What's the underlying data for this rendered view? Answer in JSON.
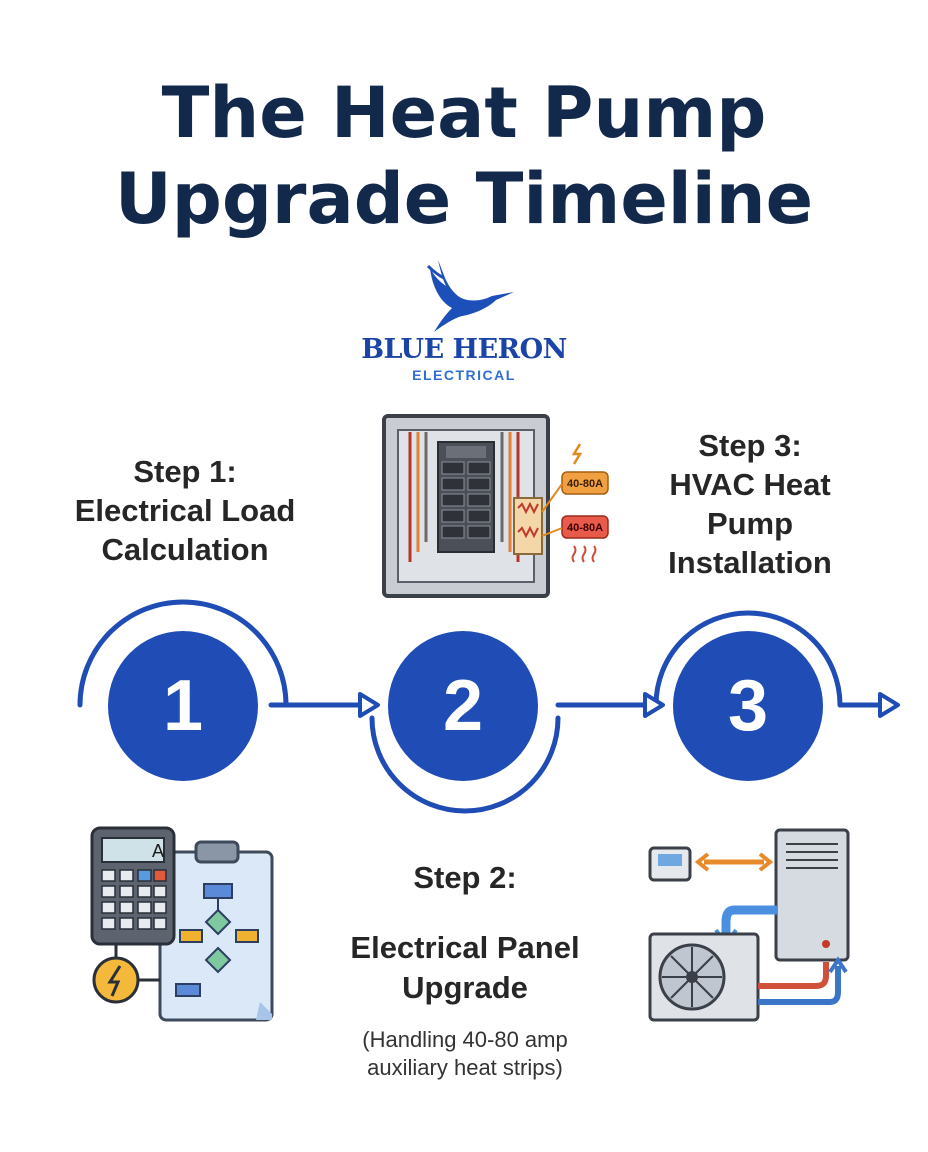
{
  "title": {
    "line1": "The Heat Pump",
    "line2": "Upgrade Timeline"
  },
  "brand": {
    "name": "BLUE HERON",
    "sub": "ELECTRICAL",
    "logo_icon": "heron-icon"
  },
  "steps": [
    {
      "number": "1",
      "label_line1": "Step 1:",
      "label_line2": "Electrical Load",
      "label_line3": "Calculation",
      "icon": "calculator-flowchart-icon"
    },
    {
      "number": "2",
      "label_line1": "Step 2:",
      "label_line2": "Electrical Panel",
      "label_line3": "Upgrade",
      "note_line1": "(Handling 40-80 amp",
      "note_line2": "auxiliary heat strips)",
      "icon": "electrical-panel-icon"
    },
    {
      "number": "3",
      "label_line1": "Step 3:",
      "label_line2": "HVAC Heat",
      "label_line3": "Pump",
      "label_line4": "Installation",
      "icon": "heat-pump-unit-icon"
    }
  ],
  "panel": {
    "breaker_label_1": "40-80A",
    "breaker_label_2": "40-80A"
  },
  "calculator": {
    "display": "A"
  },
  "colors": {
    "title": "#13294b",
    "accent": "#1f4db5",
    "brand": "#1a44a6"
  }
}
